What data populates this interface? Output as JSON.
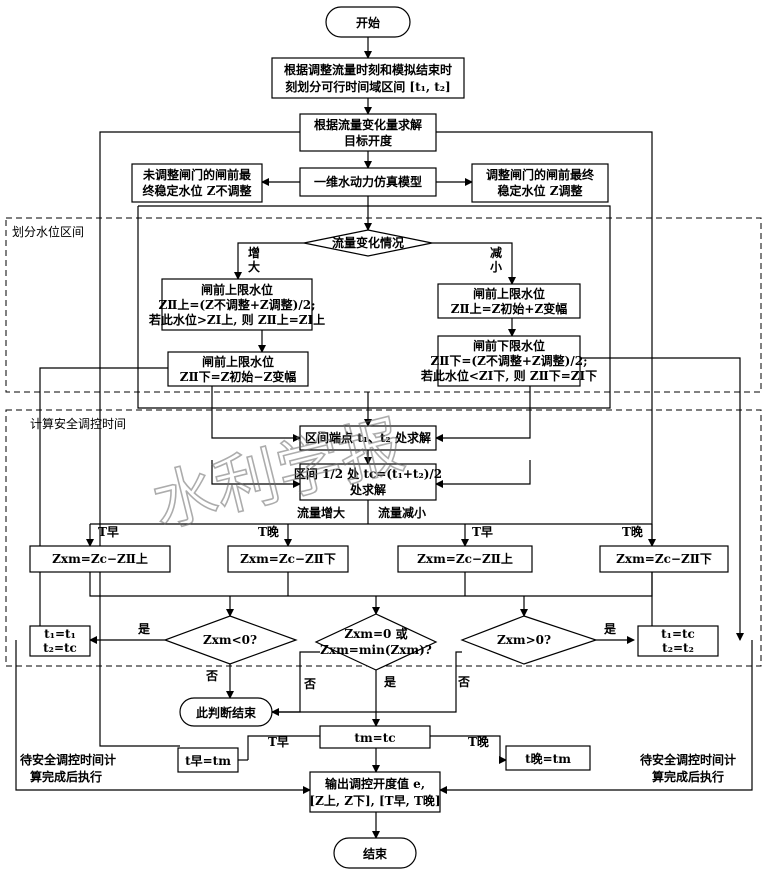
{
  "nodes": {
    "start": "开始",
    "divide_line1": "根据调整流量时刻和模拟结束时",
    "divide_line2": "刻划分可行时间域区间 [t₁, t₂]",
    "solve_line1": "根据流量变化量求解",
    "solve_line2": "目标开度",
    "model": "一维水动力仿真模型",
    "unadjusted_line1": "未调整闸门的闸前最",
    "unadjusted_line2": "终稳定水位 Z不调整",
    "adjusted_line1": "调整闸门的闸前最终",
    "adjusted_line2": "稳定水位 Z调整",
    "flow_change": "流量变化情况",
    "increase_line1": "增",
    "increase_line2": "大",
    "decrease_line1": "减",
    "decrease_line2": "小",
    "upper_inc_title": "闸前上限水位",
    "upper_inc_line1": "ZⅡ上=(Z不调整+Z调整)/2;",
    "upper_inc_line2": "若此水位>ZⅠ上, 则 ZⅡ上=ZⅠ上",
    "lower_inc_title": "闸前上限水位",
    "lower_inc_line1": "ZⅡ下=Z初始−Z变幅",
    "upper_dec_title": "闸前上限水位",
    "upper_dec_line1": "ZⅡ上=Z初始+Z变幅",
    "lower_dec_title": "闸前下限水位",
    "lower_dec_line1": "ZⅡ下=(Z不调整+Z调整)/2;",
    "lower_dec_line2": "若此水位<ZⅠ下, 则 ZⅡ下=ZⅠ下",
    "endpoints": "区间端点 t₁、t₂ 处求解",
    "midpoint_line1": "区间 1/2 处 tc=(t₁+t₂)/2",
    "midpoint_line2": "处求解",
    "flow_inc_label": "流量增大",
    "flow_dec_label": "流量减小",
    "calc1": "Zxm=Zc−ZⅡ上",
    "calc2": "Zxm=Zc−ZⅡ下",
    "calc3": "Zxm=Zc−ZⅡ上",
    "calc4": "Zxm=Zc−ZⅡ下",
    "t_early_1": "T早",
    "t_late_1": "T晚",
    "t_early_2": "T早",
    "t_late_2": "T晚",
    "dec_left": "Zxm<0?",
    "dec_mid_line1": "Zxm=0 或",
    "dec_mid_line2": "Zxm=min(Zxm)?",
    "dec_right": "Zxm>0?",
    "assign_left_line1": "t₁=t₁",
    "assign_left_line2": "t₂=tc",
    "assign_right_line1": "t₁=tc",
    "assign_right_line2": "t₂=t₂",
    "yes1": "是",
    "yes2": "是",
    "yes3": "是",
    "no1": "否",
    "no2": "否",
    "no3": "否",
    "judge_end": "此判断结束",
    "tm_assign": "tm=tc",
    "t_early_3": "T早",
    "t_late_3": "T晚",
    "early_assign": "t早=tm",
    "late_assign": "t晚=tm",
    "wait_left_line1": "待安全调控时间计",
    "wait_left_line2": "算完成后执行",
    "wait_right_line1": "待安全调控时间计",
    "wait_right_line2": "算完成后执行",
    "output_line1": "输出调控开度值 e,",
    "output_line2": "[Z上, Z下], [T早, T晚]",
    "end": "结束"
  },
  "regions": {
    "water_level": "划分水位区间",
    "safe_time": "计算安全调控时间"
  },
  "watermark": "水利学报"
}
